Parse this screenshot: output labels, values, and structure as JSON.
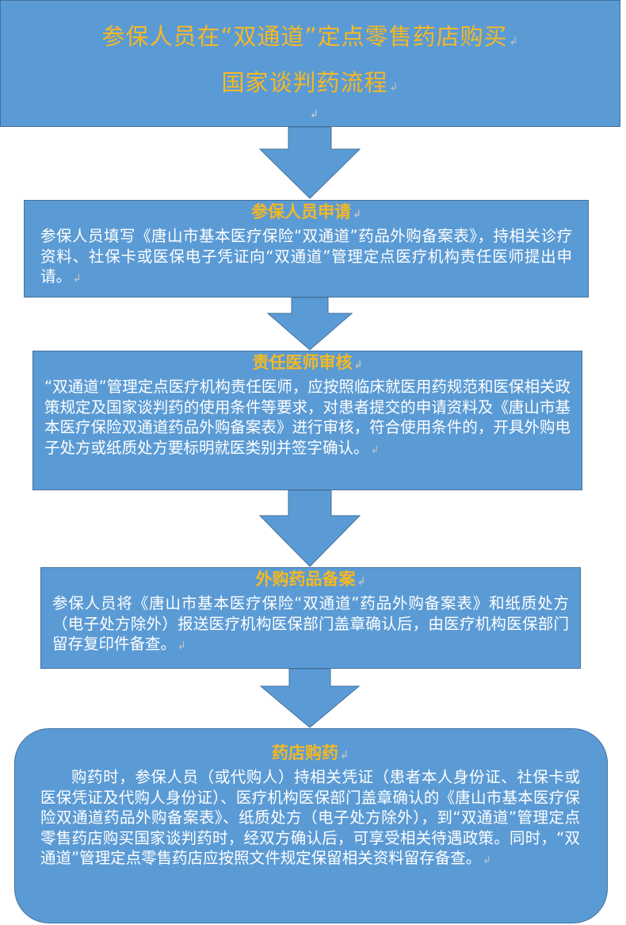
{
  "header": {
    "title_line1": "参保人员在“双通道”定点零售药店购买",
    "title_line2": "国家谈判药流程",
    "mark": "↲"
  },
  "steps": [
    {
      "title": "参保人员申请",
      "body": "参保人员填写《唐山市基本医疗保险“双通道”药品外购备案表》，持相关诊疗资料、社保卡或医保电子凭证向“双通道”管理定点医疗机构责任医师提出申请。"
    },
    {
      "title": "责任医师审核",
      "body": "“双通道”管理定点医疗机构责任医师，应按照临床就医用药规范和医保相关政策规定及国家谈判药的使用条件等要求，对患者提交的申请资料及《唐山市基本医疗保险双通道药品外购备案表》进行审核，符合使用条件的，开具外购电子处方或纸质处方要标明就医类别并签字确认。"
    },
    {
      "title": "外购药品备案",
      "body": "参保人员将《唐山市基本医疗保险“双通道”药品外购备案表》和纸质处方（电子处方除外）报送医疗机构医保部门盖章确认后，由医疗机构医保部门留存复印件备查。"
    },
    {
      "title": "药店购药",
      "body": "购药时，参保人员（或代购人）持相关凭证（患者本人身份证、社保卡或医保凭证及代购人身份证）、医疗机构医保部门盖章确认的《唐山市基本医疗保险双通道药品外购备案表》、纸质处方（电子处方除外），到“双通道”管理定点零售药店购买国家谈判药时，经双方确认后，可享受相关待遇政策。同时，“双通道”管理定点零售药店应按照文件规定保留相关资料留存备查。"
    }
  ],
  "colors": {
    "box_fill": "#5b9bd5",
    "box_border": "#41719c",
    "heading": "#f5b823",
    "body_text": "#ffffff"
  }
}
